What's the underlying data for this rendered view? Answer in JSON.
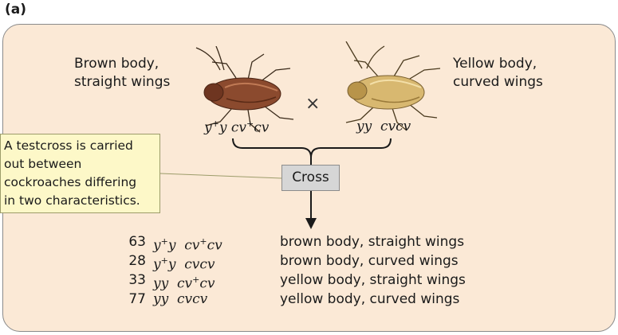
{
  "panel_label": "(a)",
  "parents": {
    "left": {
      "description_line1": "Brown body,",
      "description_line2": "straight wings",
      "genotype_parts": [
        "y",
        "+",
        "y  cv",
        "+",
        "cv"
      ]
    },
    "right": {
      "description_line1": "Yellow body,",
      "description_line2": "curved wings",
      "genotype": "yy  cvcv"
    },
    "cross_symbol": "×"
  },
  "callout": {
    "line1": "A testcross is carried",
    "line2": "out between",
    "line3": "cockroaches differing",
    "line4": "in two characteristics."
  },
  "cross_label": "Cross",
  "results": [
    {
      "count": "63",
      "g1": "y",
      "s1": "+",
      "g2": "y  cv",
      "s2": "+",
      "g3": "cv",
      "phenotype": "brown body, straight wings"
    },
    {
      "count": "28",
      "g1": "y",
      "s1": "+",
      "g2": "y  cvcv",
      "s2": "",
      "g3": "",
      "phenotype": "brown body, curved wings"
    },
    {
      "count": "33",
      "g1": "yy  cv",
      "s1": "+",
      "g2": "cv",
      "s2": "",
      "g3": "",
      "phenotype": "yellow body, straight wings"
    },
    {
      "count": "77",
      "g1": "yy  cvcv",
      "s1": "",
      "g2": "",
      "s2": "",
      "g3": "",
      "phenotype": "yellow body, curved wings"
    }
  ],
  "colors": {
    "panel": "#fbe9d6",
    "callout": "#fdf8c8",
    "brown_roach": "#8b4a2e",
    "yellow_roach": "#d8b870"
  }
}
